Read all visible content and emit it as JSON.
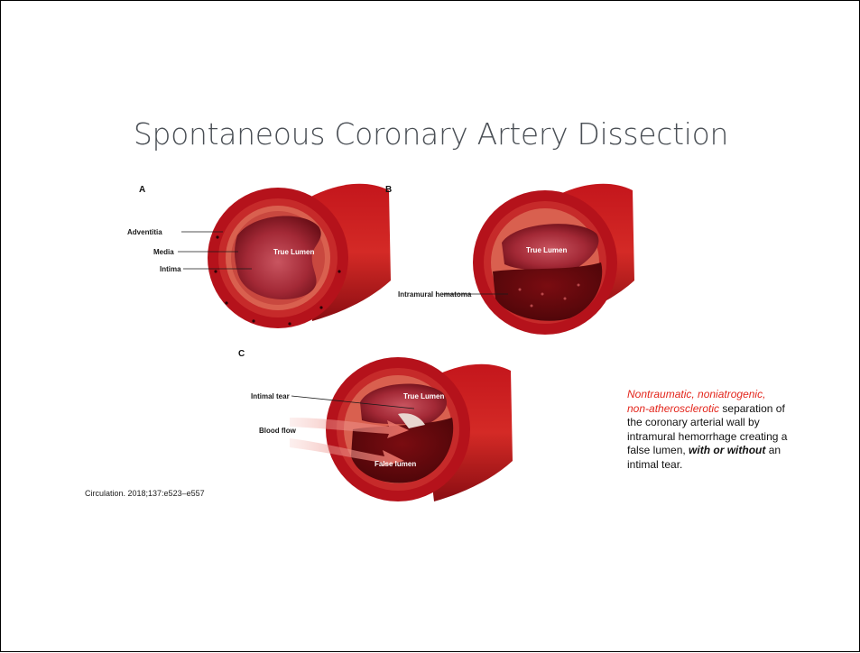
{
  "slide": {
    "title": "Spontaneous Coronary Artery Dissection",
    "citation": "Circulation. 2018;137:e523–e557"
  },
  "figure": {
    "panel_a": {
      "letter": "A",
      "lumen": "True Lumen",
      "labels": [
        "Adventitia",
        "Media",
        "Intima"
      ]
    },
    "panel_b": {
      "letter": "B",
      "lumen": "True Lumen",
      "hematoma": "Intramural hematoma"
    },
    "panel_c": {
      "letter": "C",
      "true_lumen": "True Lumen",
      "false_lumen": "False lumen",
      "intimal_tear": "Intimal tear",
      "blood_flow": "Blood flow"
    }
  },
  "description": {
    "lead": "Nontraumatic, noniatrogenic, non-atherosclerotic",
    "part1": " separation of the coronary arterial wall by intramural hemorrhage creating a false lumen, ",
    "emphasis": "with or without",
    "part2": " an intimal tear."
  },
  "colors": {
    "vessel_red": "#b5121b",
    "wall_dark": "#8c0f14",
    "lumen": "#a62a35",
    "hematoma": "#6a0a0e",
    "description_accent": "#e3251b",
    "title": "#4a4f55"
  }
}
